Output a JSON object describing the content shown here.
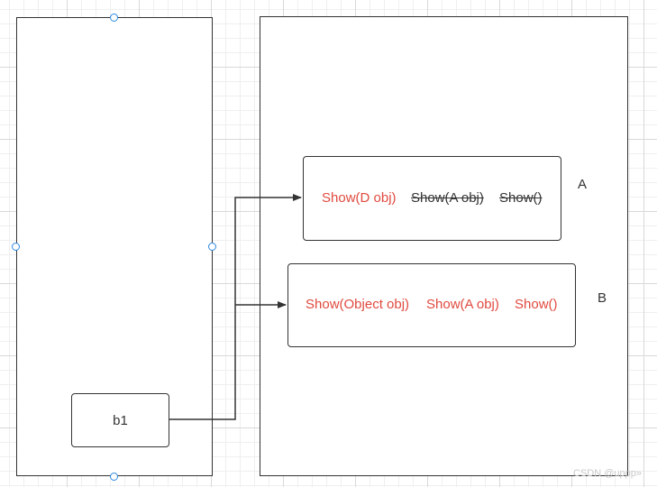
{
  "variable": {
    "label": "b1"
  },
  "class_a": {
    "label": "A",
    "methods": [
      "Show(D obj)",
      "Show(A obj)",
      "Show()"
    ]
  },
  "class_b": {
    "label": "B",
    "methods": [
      "Show(Object obj)",
      "Show(A obj)",
      "Show()"
    ]
  },
  "watermark": "CSDN @uppp»",
  "colors": {
    "stroke": "#333333",
    "accessible_method": "#e04a3f",
    "struck_method": "#333333",
    "selection_handle": "#2f8ae0"
  }
}
